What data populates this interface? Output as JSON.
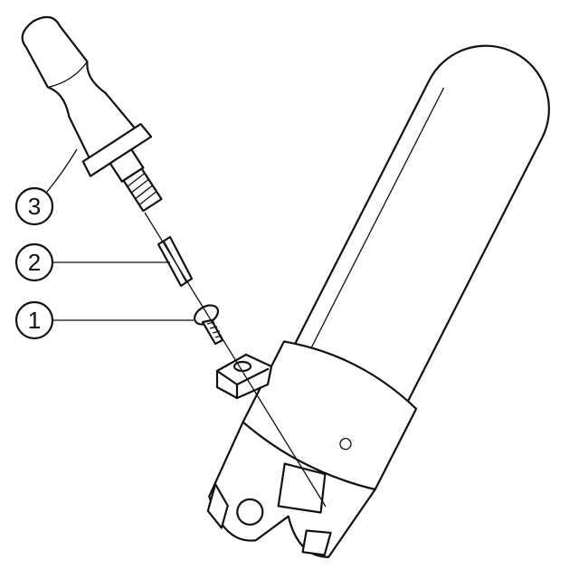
{
  "diagram": {
    "callouts": [
      {
        "number": "3",
        "part": "handle"
      },
      {
        "number": "2",
        "part": "bit"
      },
      {
        "number": "1",
        "part": "screw"
      }
    ]
  }
}
